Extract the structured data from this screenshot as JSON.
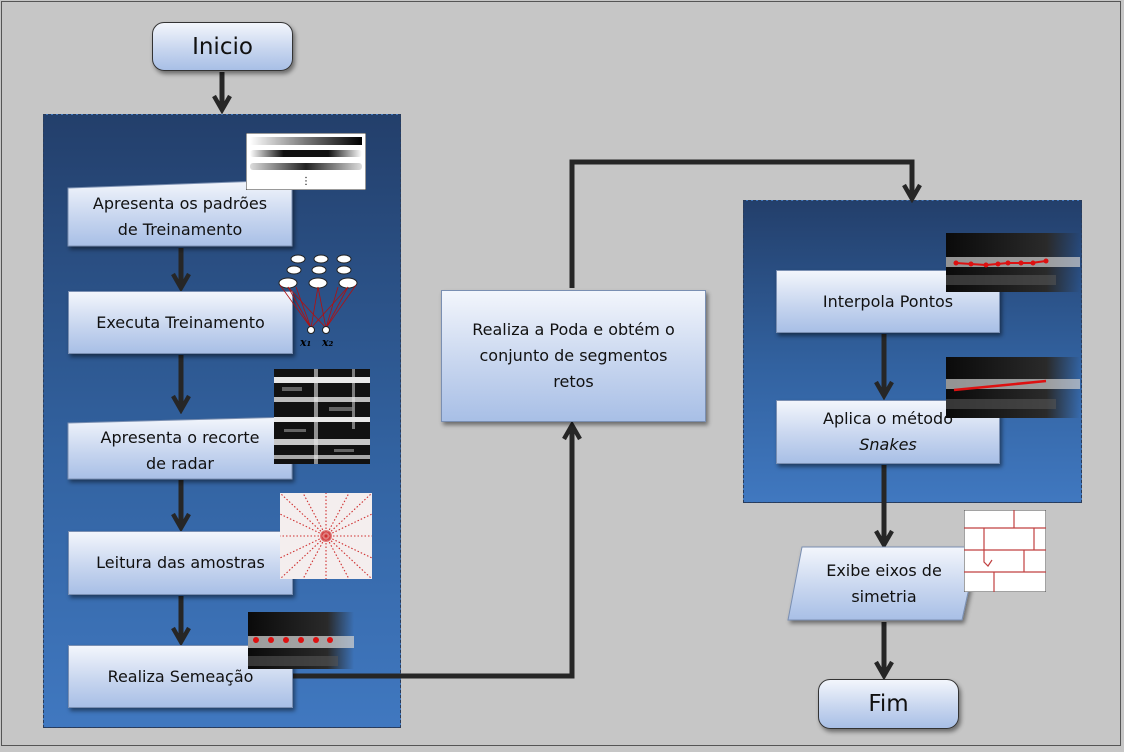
{
  "start": {
    "label": "Inicio"
  },
  "end": {
    "label": "Fim"
  },
  "left_panel": {
    "steps": [
      {
        "line1": "Apresenta os padrões",
        "line2": "de Treinamento"
      },
      {
        "line1": "Executa Treinamento"
      },
      {
        "line1": "Apresenta o recorte",
        "line2": "de radar"
      },
      {
        "line1": "Leitura das amostras"
      },
      {
        "line1": "Realiza Semeação"
      }
    ]
  },
  "center": {
    "line1": "Realiza a Poda e obtém o",
    "line2": "conjunto de segmentos",
    "line3": "retos"
  },
  "right_panel": {
    "interpolate": {
      "line1": "Interpola Pontos"
    },
    "snakes": {
      "line1": "Aplica o método",
      "line2": "Snakes"
    }
  },
  "display": {
    "line1": "Exibe eixos de",
    "line2": "simetria"
  },
  "network": {
    "input1": "x₁",
    "input2": "x₂"
  },
  "patterns": {
    "ellipsis": "⋮"
  },
  "colors": {
    "arrow": "#262626",
    "seed_red": "#dd1111",
    "panel_top": "#233f6b",
    "panel_bottom": "#4078c0"
  }
}
